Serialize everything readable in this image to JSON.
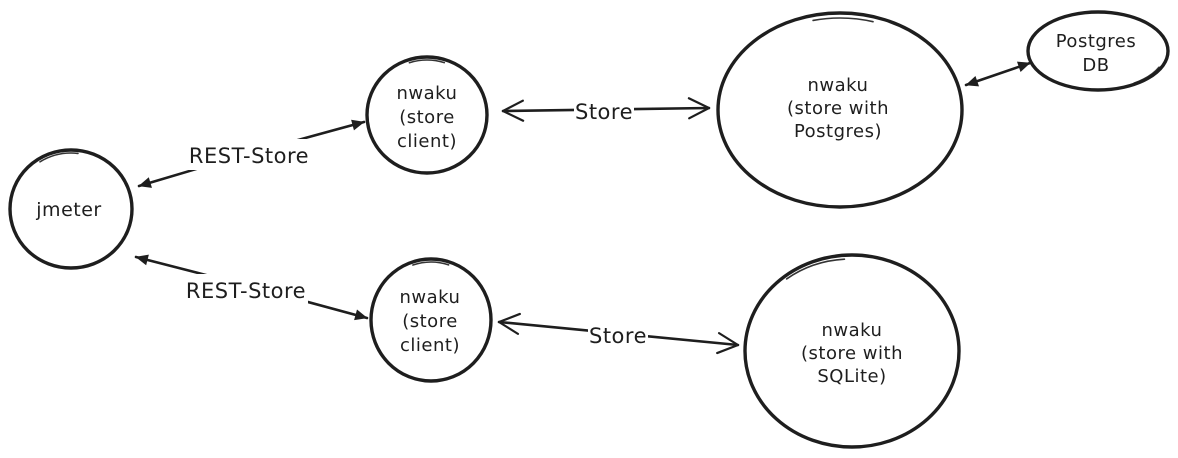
{
  "canvas": {
    "background": "#ffffff",
    "stroke_color": "#1e1e1e"
  },
  "nodes": {
    "jmeter": {
      "lines": [
        "jmeter"
      ]
    },
    "store_client_top": {
      "lines": [
        "nwaku",
        "(store",
        "client)"
      ]
    },
    "store_client_bottom": {
      "lines": [
        "nwaku",
        "(store",
        "client)"
      ]
    },
    "store_postgres": {
      "lines": [
        "nwaku",
        "(store with",
        "Postgres)"
      ]
    },
    "store_sqlite": {
      "lines": [
        "nwaku",
        "(store with",
        "SQLite)"
      ]
    },
    "postgres_db": {
      "lines": [
        "Postgres",
        "DB"
      ]
    }
  },
  "edges": {
    "rest_store_top": {
      "label": "REST-Store",
      "arrowheads": "filled-both-ends"
    },
    "rest_store_bottom": {
      "label": "REST-Store",
      "arrowheads": "filled-both-ends"
    },
    "store_top": {
      "label": "Store",
      "arrowheads": "open-both-ends"
    },
    "store_bottom": {
      "label": "Store",
      "arrowheads": "open-both-ends"
    },
    "postgres_db_link": {
      "label": "",
      "arrowheads": "filled-both-ends"
    }
  }
}
